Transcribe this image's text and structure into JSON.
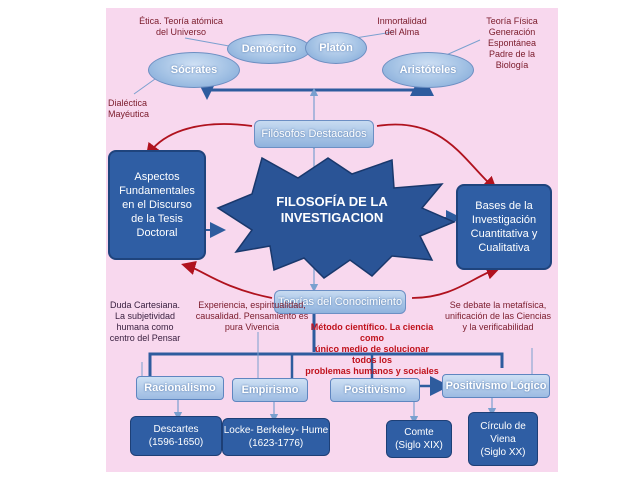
{
  "diagram": {
    "center": "FILOSOFÍA DE LA\nINVESTIGACION",
    "philosophers_box": "Filósofos  Destacados",
    "theories_box": "Teorías del Conocimiento",
    "left_box": "Aspectos\nFundamentales\nen el Discurso\nde la Tesis\nDoctoral",
    "right_box": "Bases de  la\nInvestigación\nCuantitativa y\nCualitativa",
    "philosophers": [
      {
        "name": "Demócrito",
        "note": "Ética. Teoría atómica\ndel Universo"
      },
      {
        "name": "Platón",
        "note": "Inmortalidad\ndel Alma"
      },
      {
        "name": "Sócrates",
        "note": "Dialéctica\nMayéutica"
      },
      {
        "name": "Aristóteles",
        "note": "Teoría Física\nGeneración\nEspontánea\nPadre de la\nBiología"
      }
    ],
    "schools": [
      {
        "name": "Racionalismo",
        "note": "Duda Cartesiana.\nLa subjetividad\nhumana como\ncentro del Pensar",
        "leaf": "Descartes\n(1596-1650)"
      },
      {
        "name": "Empirismo",
        "note": "Experiencia, espiritualidad,\ncausalidad. Pensamiento es\npura Vivencia",
        "leaf": "Locke- Berkeley- Hume\n(1623-1776)"
      },
      {
        "name": "Positivismo",
        "note": "Método científico. La ciencia como\núnico medio de solucionar todos los\nproblemas humanos y sociales",
        "leaf": "Comte\n(Siglo XIX)"
      },
      {
        "name": "Positivismo Lógico",
        "note": "Se debate la metafísica,\nunificación de las Ciencias\ny la verificabilidad",
        "leaf": "Círculo de\nViena\n(Siglo XX)"
      }
    ],
    "colors": {
      "background": "#f8d8ee",
      "dark_box": "#2f5ea4",
      "connector": "#2e5c9e",
      "red_arrow": "#b0121e",
      "note_red": "#7a1a2a"
    }
  }
}
